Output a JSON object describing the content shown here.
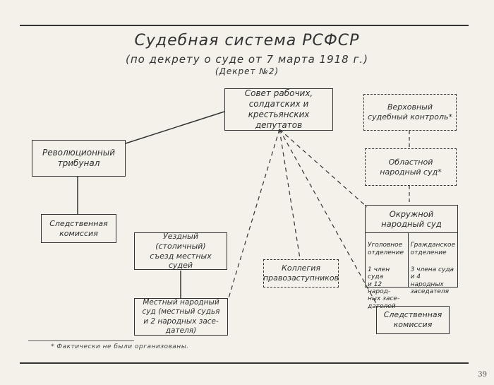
{
  "title": "Судебная система РСФСР",
  "subtitle": "(по декрету о суде от 7 марта 1918 г.)",
  "subtitle2": "(Декрет №2)",
  "boxes": {
    "sovet": "Совет рабочих,\nсолдатских и\nкрестьянских\nдепутатов",
    "tribunal": "Революционный\nтрибунал",
    "sled1": "Следственная\nкомиссия",
    "uezd": "Уездный (столичный)\nсъезд местных судей",
    "mestny": "Местный народный\nсуд (местный судья\nи 2 народных засе-\nдателя)",
    "kollegia": "Коллегия\nправозаступников",
    "verkh": "Верховный\nсудебный контроль*",
    "oblast": "Областной\nнародный суд*",
    "sled2": "Следственная\nкомиссия"
  },
  "okruzhnoy": {
    "title": "Окружной\nнародный суд",
    "ugolov_title": "Уголовное\nотделение",
    "ugolov_comp": "1 член суда\nи 12 народ-\nных засе-\nдателей",
    "grazh_title": "Гражданское\nотделение",
    "grazh_comp": "3 члена суда\nи 4 народных\nзаседателя"
  },
  "footnote": "* Фактически не были организованы.",
  "page_number": "39"
}
